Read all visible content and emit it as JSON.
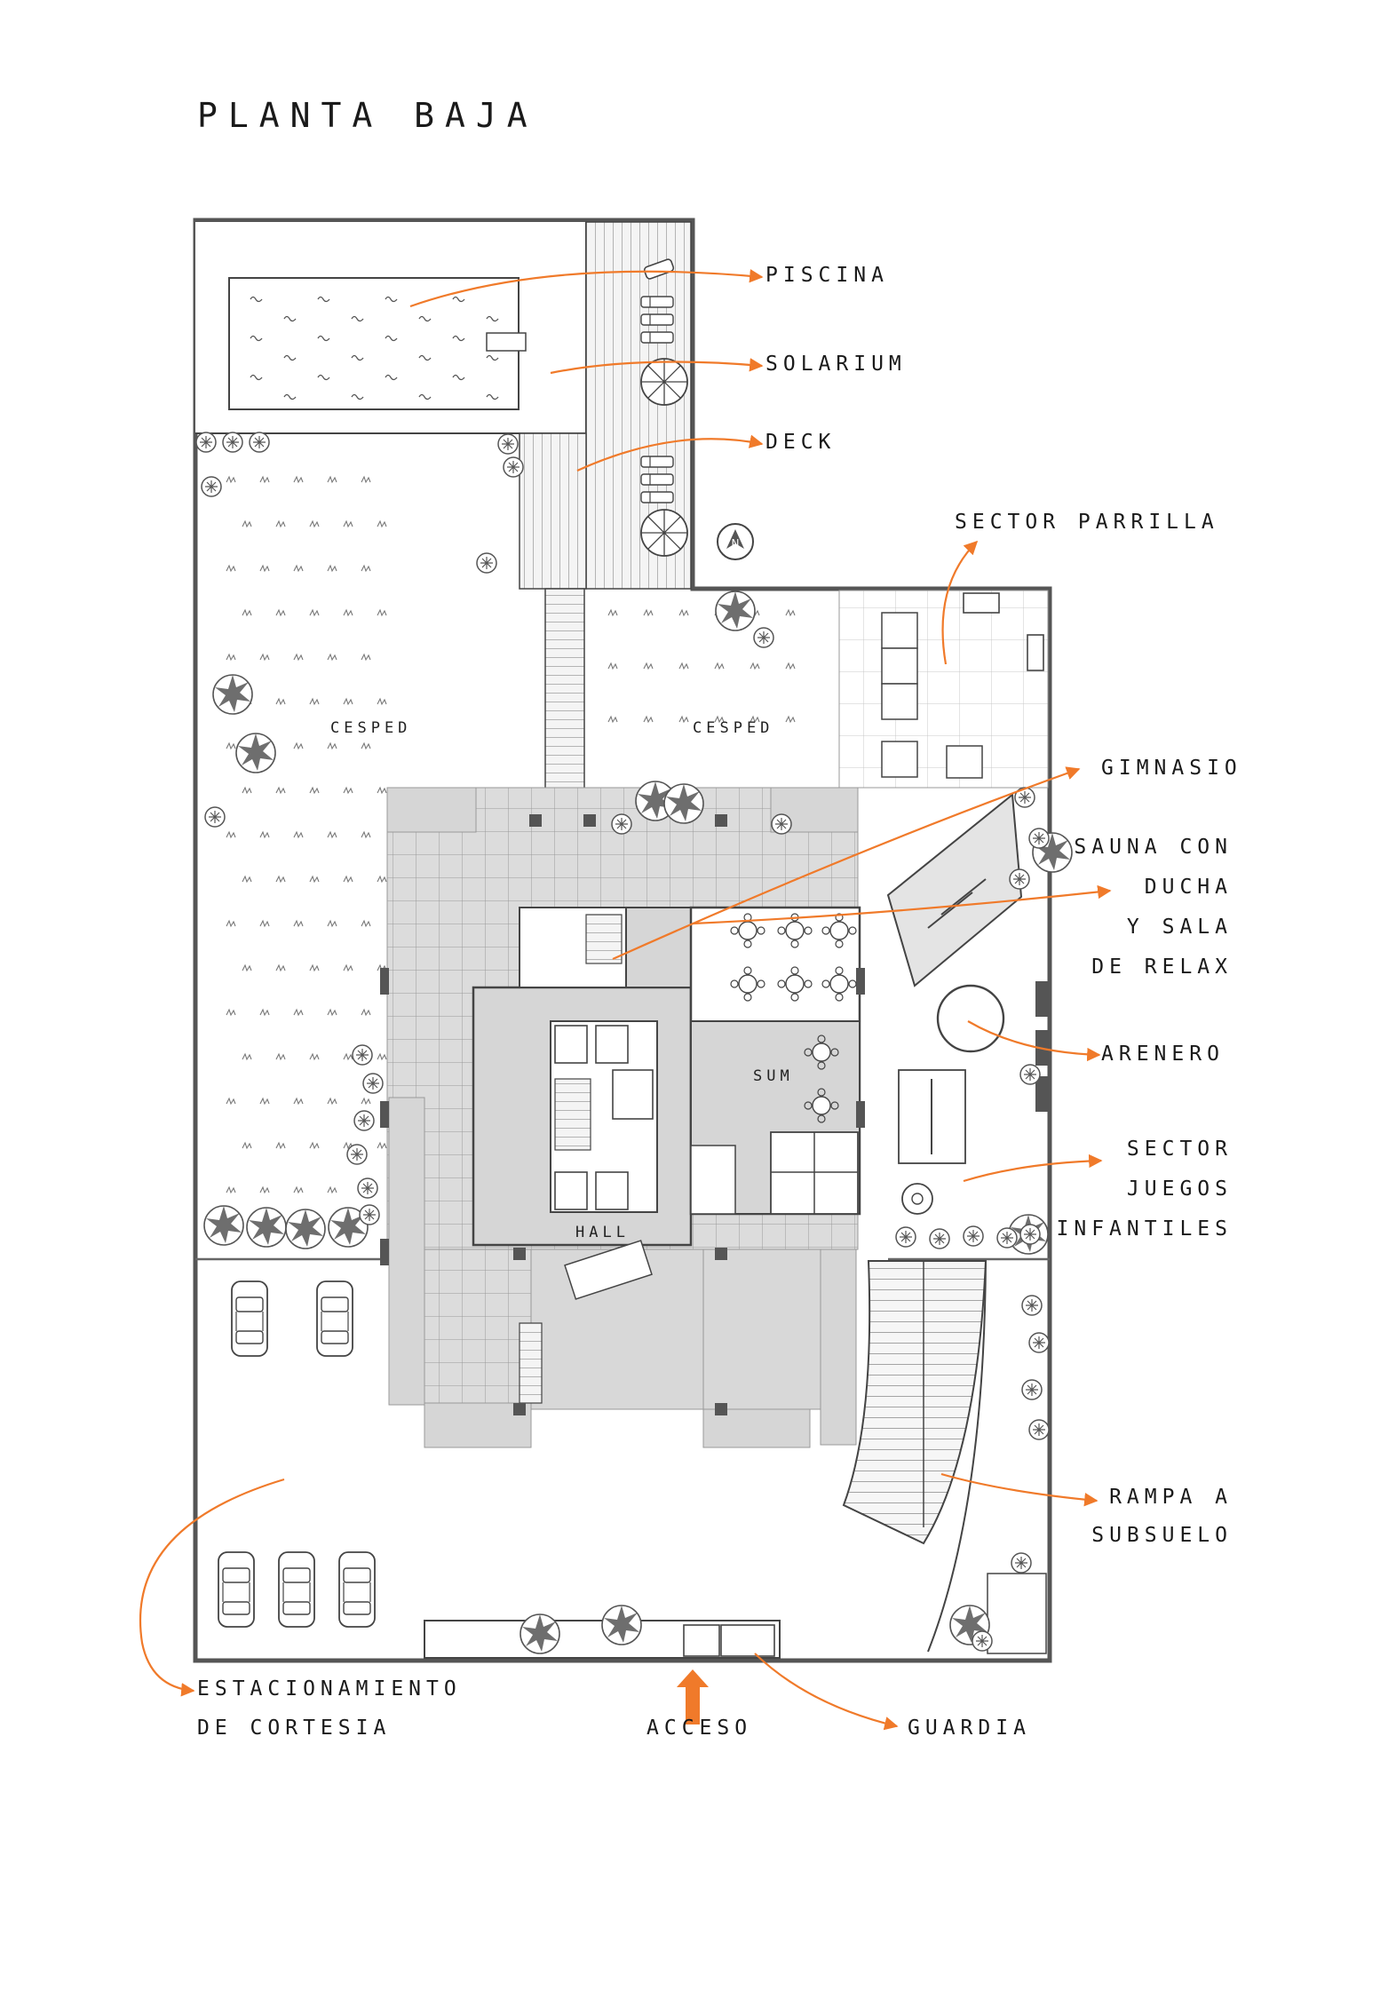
{
  "title": "PLANTA BAJA",
  "accent_color": "#f07a2a",
  "labels": {
    "piscina": "PISCINA",
    "solarium": "SOLARIUM",
    "deck": "DECK",
    "sector_parrilla": "SECTOR PARRILLA",
    "gimnasio": "GIMNASIO",
    "sauna_1": "SAUNA CON",
    "sauna_2": "DUCHA",
    "sauna_3": "Y SALA",
    "sauna_4": "DE RELAX",
    "arenero": "ARENERO",
    "juegos_1": "SECTOR",
    "juegos_2": "JUEGOS",
    "juegos_3": "INFANTILES",
    "rampa_1": "RAMPA A",
    "rampa_2": "SUBSUELO",
    "estac_1": "ESTACIONAMIENTO",
    "estac_2": "DE CORTESIA",
    "acceso": "ACCESO",
    "guardia": "GUARDIA"
  },
  "rooms": {
    "cesped_left": "CESPED",
    "cesped_right": "CESPED",
    "sum": "SUM",
    "hall": "HALL"
  },
  "icons": {
    "north": "north-arrow-icon",
    "tree": "tree-icon",
    "shrub": "shrub-icon",
    "car": "car-icon",
    "umbrella": "umbrella-icon",
    "lounger": "lounger-icon",
    "table": "dining-table-icon",
    "access_arrow": "access-arrow-icon"
  }
}
